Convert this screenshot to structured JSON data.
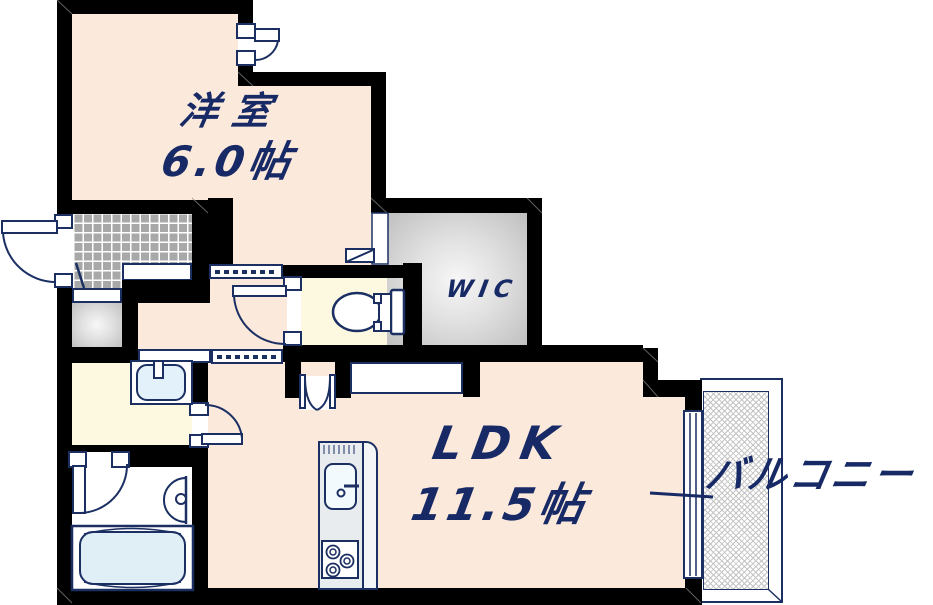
{
  "floorplan": {
    "title": "apartment-floorplan-1ldk",
    "rooms": {
      "west_room": {
        "label": "洋室",
        "size": "6.0帖"
      },
      "wic": {
        "label": "WIC"
      },
      "ldk": {
        "label": "LDK",
        "size": "11.5帖"
      },
      "balcony": {
        "label": "バルコニー"
      }
    },
    "fixtures": [
      "entry-door",
      "genkan-tiles",
      "shoe-closet",
      "sliding-door-west-room",
      "sliding-door-hall",
      "toilet",
      "toilet-door",
      "washbasin",
      "bathtub",
      "bathroom-door",
      "kitchen-unit",
      "kitchen-sink",
      "gas-stove",
      "double-closet-door",
      "wic-door",
      "counter-storage",
      "sliding-window",
      "leader-line"
    ],
    "colors": {
      "wall": "#000000",
      "line_navy": "#1b2f63",
      "text_navy": "#172a66",
      "floor_pink": "#fbe9dc",
      "floor_yellow": "#fdf9e0",
      "tile_gray": "#a8a8a8",
      "closet_gray": "#d9d9d9",
      "water_blue": "#e2f1f7"
    }
  }
}
